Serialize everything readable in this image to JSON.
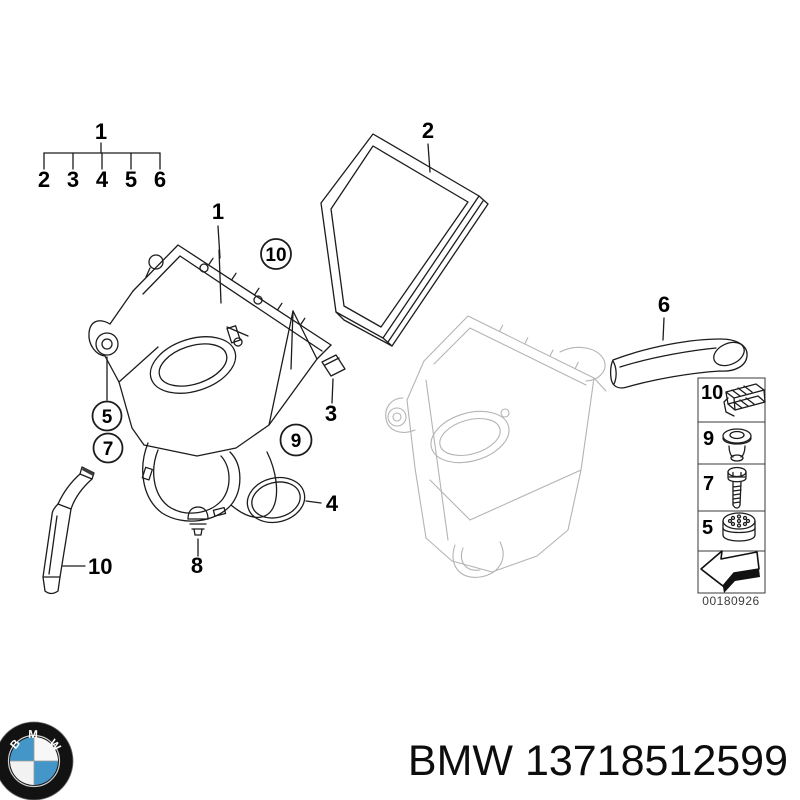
{
  "colors": {
    "line": "#1c1c1c",
    "faint_line": "#b4b4b4",
    "legend_border": "#3a3a3a",
    "logo_blue": "#4596c8",
    "logo_black": "#111111",
    "text": "#000000"
  },
  "tree": {
    "root": "1",
    "children": [
      "2",
      "3",
      "4",
      "5",
      "6"
    ]
  },
  "callouts": {
    "housing": "1",
    "filter": "2",
    "sleeve": "3",
    "oring": "4",
    "buffer": "5",
    "duct": "6",
    "screw": "7",
    "plug": "8",
    "clip": "9",
    "holder": "10",
    "hose": "10"
  },
  "legend": {
    "rows": [
      {
        "label": "10",
        "icon": "clip-icon"
      },
      {
        "label": "9",
        "icon": "grommet-icon"
      },
      {
        "label": "7",
        "icon": "screw-icon"
      },
      {
        "label": "5",
        "icon": "buffer-icon"
      },
      {
        "label": "",
        "icon": "direction-arrow-icon"
      }
    ],
    "code": "00180926"
  },
  "footer": {
    "text": "BMW 13718512599",
    "logo_letters": [
      "B",
      "M",
      "W"
    ]
  }
}
